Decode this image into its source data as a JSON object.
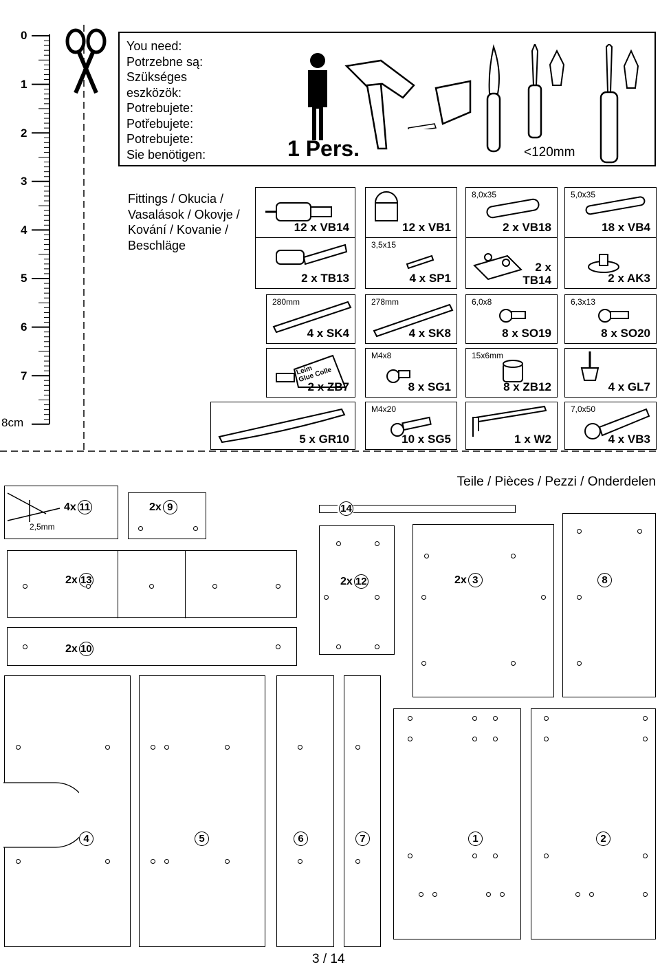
{
  "ruler": {
    "numbers": [
      "0",
      "1",
      "2",
      "3",
      "4",
      "5",
      "6",
      "7",
      "8cm"
    ]
  },
  "tools": {
    "lines": [
      "You need:",
      "Potrzebne są:",
      "Szükséges",
      "eszközök:",
      "Potrebujete:",
      "Potřebujete:",
      "Potrebujete:",
      "Sie benötigen:"
    ],
    "persons": "1 Pers.",
    "knife_note": "<120mm"
  },
  "fittings": {
    "lines": [
      "Fittings / Okucia /",
      "Vasalások / Okovje /",
      "Kování / Kovanie /",
      "Beschläge"
    ],
    "items": [
      {
        "id": "vb14",
        "label": "12 x VB14",
        "size": ""
      },
      {
        "id": "vb1",
        "label": "12 x VB1",
        "size": ""
      },
      {
        "id": "vb18",
        "label": "2 x VB18",
        "size": "8,0x35"
      },
      {
        "id": "vb4",
        "label": "18 x VB4",
        "size": "5,0x35"
      },
      {
        "id": "tb13",
        "label": "2 x TB13",
        "size": ""
      },
      {
        "id": "sp1",
        "label": "4 x SP1",
        "size": "3,5x15"
      },
      {
        "id": "tb14",
        "label": "2 x\nTB14",
        "size": ""
      },
      {
        "id": "ak3",
        "label": "2 x AK3",
        "size": ""
      },
      {
        "id": "sk4",
        "label": "4 x SK4",
        "size": "280mm"
      },
      {
        "id": "sk8",
        "label": "4 x SK8",
        "size": "278mm"
      },
      {
        "id": "so19",
        "label": "8 x SO19",
        "size": "6,0x8"
      },
      {
        "id": "so20",
        "label": "8 x SO20",
        "size": "6,3x13"
      },
      {
        "id": "zb7",
        "label": "2 x ZB7",
        "size": ""
      },
      {
        "id": "sg1",
        "label": "8 x SG1",
        "size": "M4x8"
      },
      {
        "id": "zb12",
        "label": "8 x ZB12",
        "size": "15x6mm"
      },
      {
        "id": "gl7",
        "label": "4 x GL7",
        "size": ""
      },
      {
        "id": "gr10",
        "label": "5 x GR10",
        "size": ""
      },
      {
        "id": "sg5",
        "label": "10 x SG5",
        "size": "M4x20"
      },
      {
        "id": "w2",
        "label": "1 x W2",
        "size": ""
      },
      {
        "id": "vb3",
        "label": "4 x VB3",
        "size": "7,0x50"
      }
    ],
    "glue_text": [
      "Leim",
      "Glue Colle"
    ]
  },
  "parts": {
    "title": "Teile / Pièces / Pezzi / Onderdelen",
    "thickness": "2,5mm",
    "p11": {
      "qty": "4x",
      "num": "11"
    },
    "p9": {
      "qty": "2x",
      "num": "9"
    },
    "p14": {
      "num": "14"
    },
    "p13": {
      "qty": "2x",
      "num": "13"
    },
    "p12": {
      "qty": "2x",
      "num": "12"
    },
    "p3": {
      "qty": "2x",
      "num": "3"
    },
    "p8": {
      "num": "8"
    },
    "p10": {
      "qty": "2x",
      "num": "10"
    },
    "p4": {
      "num": "4"
    },
    "p5": {
      "num": "5"
    },
    "p6": {
      "num": "6"
    },
    "p7": {
      "num": "7"
    },
    "p1": {
      "num": "1"
    },
    "p2": {
      "num": "2"
    }
  },
  "page": "3 / 14"
}
